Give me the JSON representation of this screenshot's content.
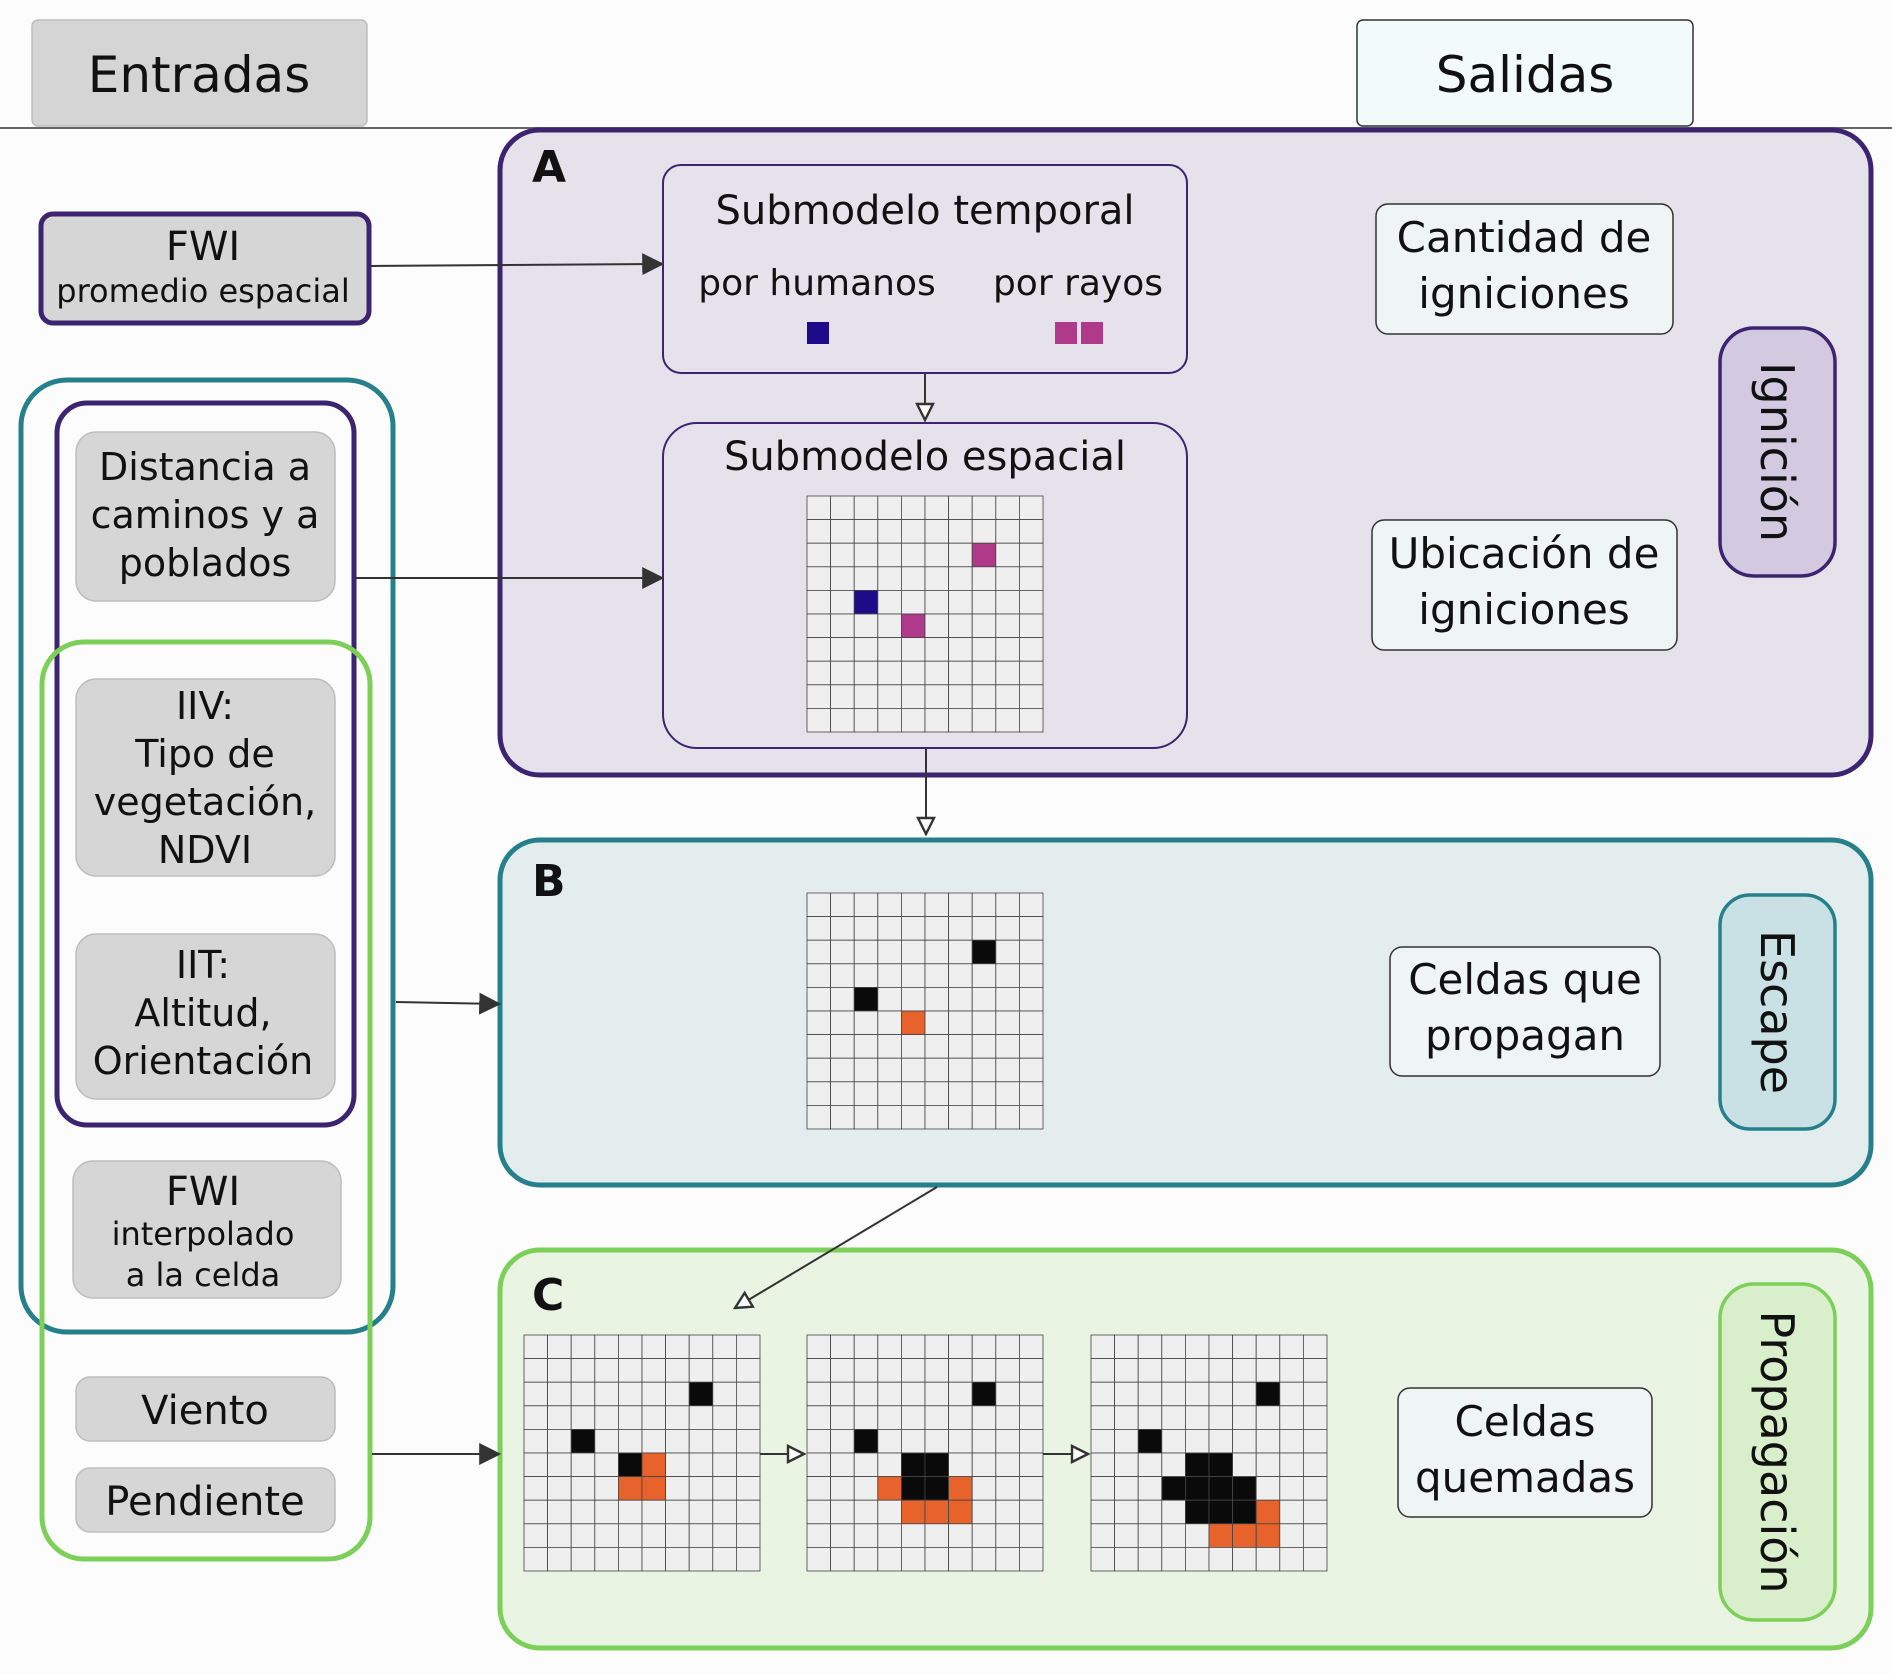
{
  "header": {
    "inputs_label": "Entradas",
    "outputs_label": "Salidas"
  },
  "inputs": {
    "fwi_mean": {
      "title": "FWI",
      "subtitle": "promedio espacial"
    },
    "distance": {
      "lines": [
        "Distancia a",
        "caminos y a",
        "poblados"
      ]
    },
    "iiv": {
      "lines": [
        "IIV:",
        "Tipo de",
        "vegetación,",
        "NDVI"
      ]
    },
    "iit": {
      "lines": [
        "IIT:",
        "Altitud,",
        "Orientación"
      ]
    },
    "fwi_cell": {
      "title": "FWI",
      "lines": [
        "interpolado",
        "a la celda"
      ]
    },
    "wind": "Viento",
    "slope": "Pendiente"
  },
  "panels": {
    "A": {
      "letter": "A",
      "side_label": "Ignición",
      "temporal": {
        "title": "Submodelo temporal",
        "human_label": "por humanos",
        "lightning_label": "por rayos"
      },
      "spatial": {
        "title": "Submodelo espacial"
      },
      "outputs": [
        {
          "lines": [
            "Cantidad de",
            "igniciones"
          ]
        },
        {
          "lines": [
            "Ubicación de",
            "igniciones"
          ]
        }
      ]
    },
    "B": {
      "letter": "B",
      "side_label": "Escape",
      "outputs": [
        {
          "lines": [
            "Celdas que",
            "propagan"
          ]
        }
      ]
    },
    "C": {
      "letter": "C",
      "side_label": "Propagación",
      "outputs": [
        {
          "lines": [
            "Celdas",
            "quemadas"
          ]
        }
      ]
    }
  },
  "grids": {
    "size": 10,
    "ignition": {
      "human": [
        [
          2,
          4
        ]
      ],
      "lightning": [
        [
          7,
          2
        ],
        [
          4,
          5
        ]
      ]
    },
    "escape": {
      "nonspread": [
        [
          7,
          2
        ],
        [
          2,
          4
        ]
      ],
      "spread": [
        [
          4,
          5
        ]
      ]
    },
    "propagation": [
      {
        "burned": [
          [
            7,
            2
          ],
          [
            2,
            4
          ],
          [
            4,
            5
          ]
        ],
        "burning": [
          [
            5,
            5
          ],
          [
            4,
            6
          ],
          [
            5,
            6
          ]
        ]
      },
      {
        "burned": [
          [
            7,
            2
          ],
          [
            2,
            4
          ],
          [
            4,
            5
          ],
          [
            5,
            5
          ],
          [
            4,
            6
          ],
          [
            5,
            6
          ]
        ],
        "burning": [
          [
            3,
            6
          ],
          [
            6,
            6
          ],
          [
            4,
            7
          ],
          [
            5,
            7
          ],
          [
            6,
            7
          ]
        ]
      },
      {
        "burned": [
          [
            7,
            2
          ],
          [
            2,
            4
          ],
          [
            3,
            6
          ],
          [
            4,
            5
          ],
          [
            5,
            5
          ],
          [
            4,
            6
          ],
          [
            5,
            6
          ],
          [
            6,
            6
          ],
          [
            4,
            7
          ],
          [
            5,
            7
          ],
          [
            6,
            7
          ]
        ],
        "burning": [
          [
            7,
            7
          ],
          [
            5,
            8
          ],
          [
            6,
            8
          ],
          [
            7,
            8
          ]
        ]
      }
    ]
  },
  "colors": {
    "purple": "#3d2470",
    "teal": "#25808c",
    "green": "#7ccf58",
    "panel_a_bg": "#e6e2ec",
    "panel_b_bg": "#e3eded",
    "panel_c_bg": "#e9f4e3",
    "human": "#1e0b8a",
    "lightning": "#b03a8a",
    "burned": "#0a0a0a",
    "burning": "#e8622c",
    "cell": "#efefef",
    "cell_line": "#444444"
  }
}
